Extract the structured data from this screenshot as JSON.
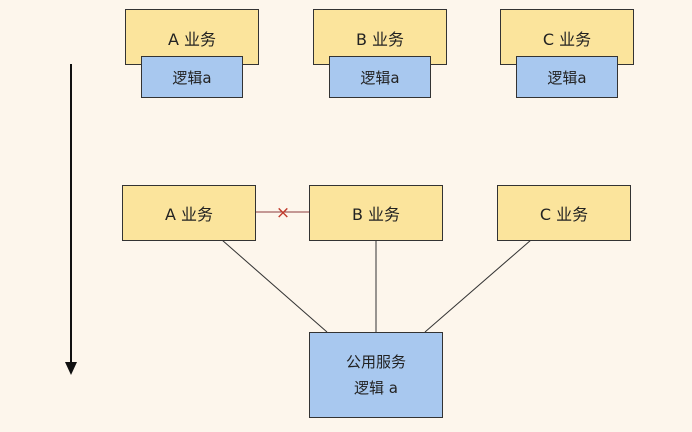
{
  "top_row": [
    {
      "business": "A 业务",
      "logic": "逻辑a"
    },
    {
      "business": "B 业务",
      "logic": "逻辑a"
    },
    {
      "business": "C 业务",
      "logic": "逻辑a"
    }
  ],
  "bottom_row": {
    "businesses": [
      "A 业务",
      "B 业务",
      "C 业务"
    ],
    "blocked_link_mark": "×",
    "service": {
      "line1": "公用服务",
      "line2": "逻辑 a"
    }
  },
  "colors": {
    "background": "#fdf6ec",
    "business_fill": "#fbe49c",
    "logic_fill": "#a8c8ef",
    "line": "#333333",
    "blocked_mark": "#c0392b"
  }
}
